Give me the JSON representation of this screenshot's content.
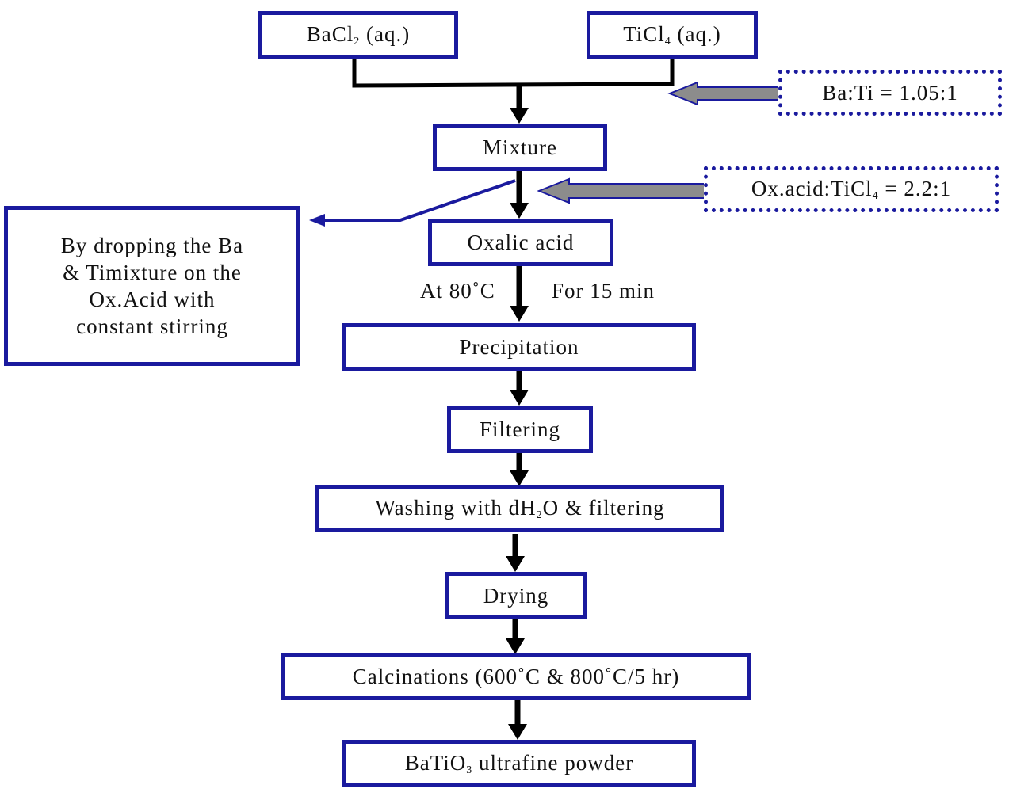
{
  "nodes": {
    "bacl2": {
      "text": "BaCl",
      "sub": "2",
      "tail": " (aq.)"
    },
    "ticl4": {
      "text": "TiCl",
      "sub": "4",
      "tail": " (aq.)"
    },
    "mixture": "Mixture",
    "oxalic": "Oxalic acid",
    "precipitation": "Precipitation",
    "filtering": "Filtering",
    "washing": {
      "text": "Washing with dH",
      "sub": "2",
      "tail": "O & filtering"
    },
    "drying": "Drying",
    "calcinations": "Calcinations (600˚C & 800˚C/5 hr)",
    "product": {
      "text": "BaTiO",
      "sub": "3",
      "tail": " ultrafine powder"
    }
  },
  "ratios": {
    "ba_ti": "Ba:Ti = 1.05:1",
    "ox": {
      "text": "Ox.acid:TiCl",
      "sub": "4",
      "tail": " = 2.2:1"
    }
  },
  "conditions": {
    "temperature": "At 80˚C",
    "time": "For 15 min"
  },
  "note": {
    "lines": [
      "By dropping the Ba",
      "& Timixture on the",
      "Ox.Acid with",
      "constant stirring"
    ]
  },
  "colors": {
    "box_border": "#1a1a9e",
    "flow_arrow": "#000000",
    "ratio_arrow_fill": "#8c8c8c"
  }
}
